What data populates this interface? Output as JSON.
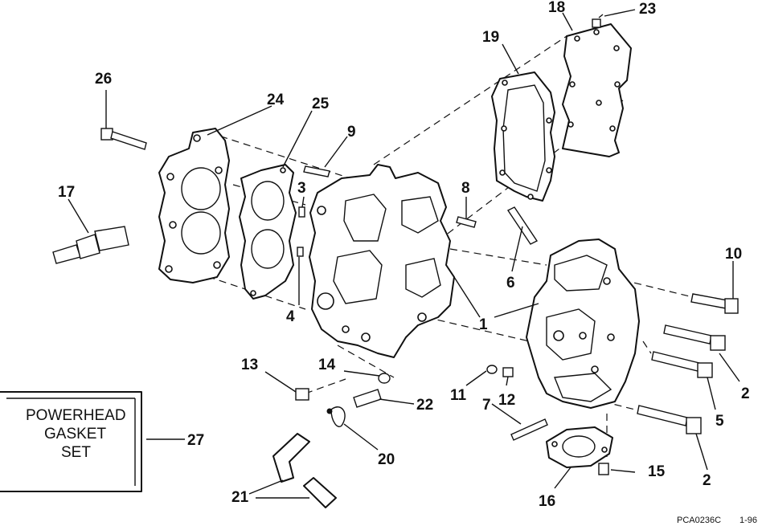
{
  "diagram": {
    "labels": [
      {
        "id": "1",
        "text": "1"
      },
      {
        "id": "2a",
        "text": "2"
      },
      {
        "id": "2b",
        "text": "2"
      },
      {
        "id": "3",
        "text": "3"
      },
      {
        "id": "4",
        "text": "4"
      },
      {
        "id": "5",
        "text": "5"
      },
      {
        "id": "6",
        "text": "6"
      },
      {
        "id": "7",
        "text": "7"
      },
      {
        "id": "8",
        "text": "8"
      },
      {
        "id": "9",
        "text": "9"
      },
      {
        "id": "10",
        "text": "10"
      },
      {
        "id": "11",
        "text": "11"
      },
      {
        "id": "12",
        "text": "12"
      },
      {
        "id": "13",
        "text": "13"
      },
      {
        "id": "14",
        "text": "14"
      },
      {
        "id": "15",
        "text": "15"
      },
      {
        "id": "16",
        "text": "16"
      },
      {
        "id": "17",
        "text": "17"
      },
      {
        "id": "18",
        "text": "18"
      },
      {
        "id": "19",
        "text": "19"
      },
      {
        "id": "20",
        "text": "20"
      },
      {
        "id": "21",
        "text": "21"
      },
      {
        "id": "22",
        "text": "22"
      },
      {
        "id": "23",
        "text": "23"
      },
      {
        "id": "24",
        "text": "24"
      },
      {
        "id": "25",
        "text": "25"
      },
      {
        "id": "26",
        "text": "26"
      },
      {
        "id": "27",
        "text": "27"
      }
    ],
    "gasket_set_box": {
      "line1": "POWERHEAD",
      "line2": "GASKET",
      "line3": "SET"
    },
    "footer": {
      "code": "PCA0236C",
      "date": "1-96"
    }
  }
}
